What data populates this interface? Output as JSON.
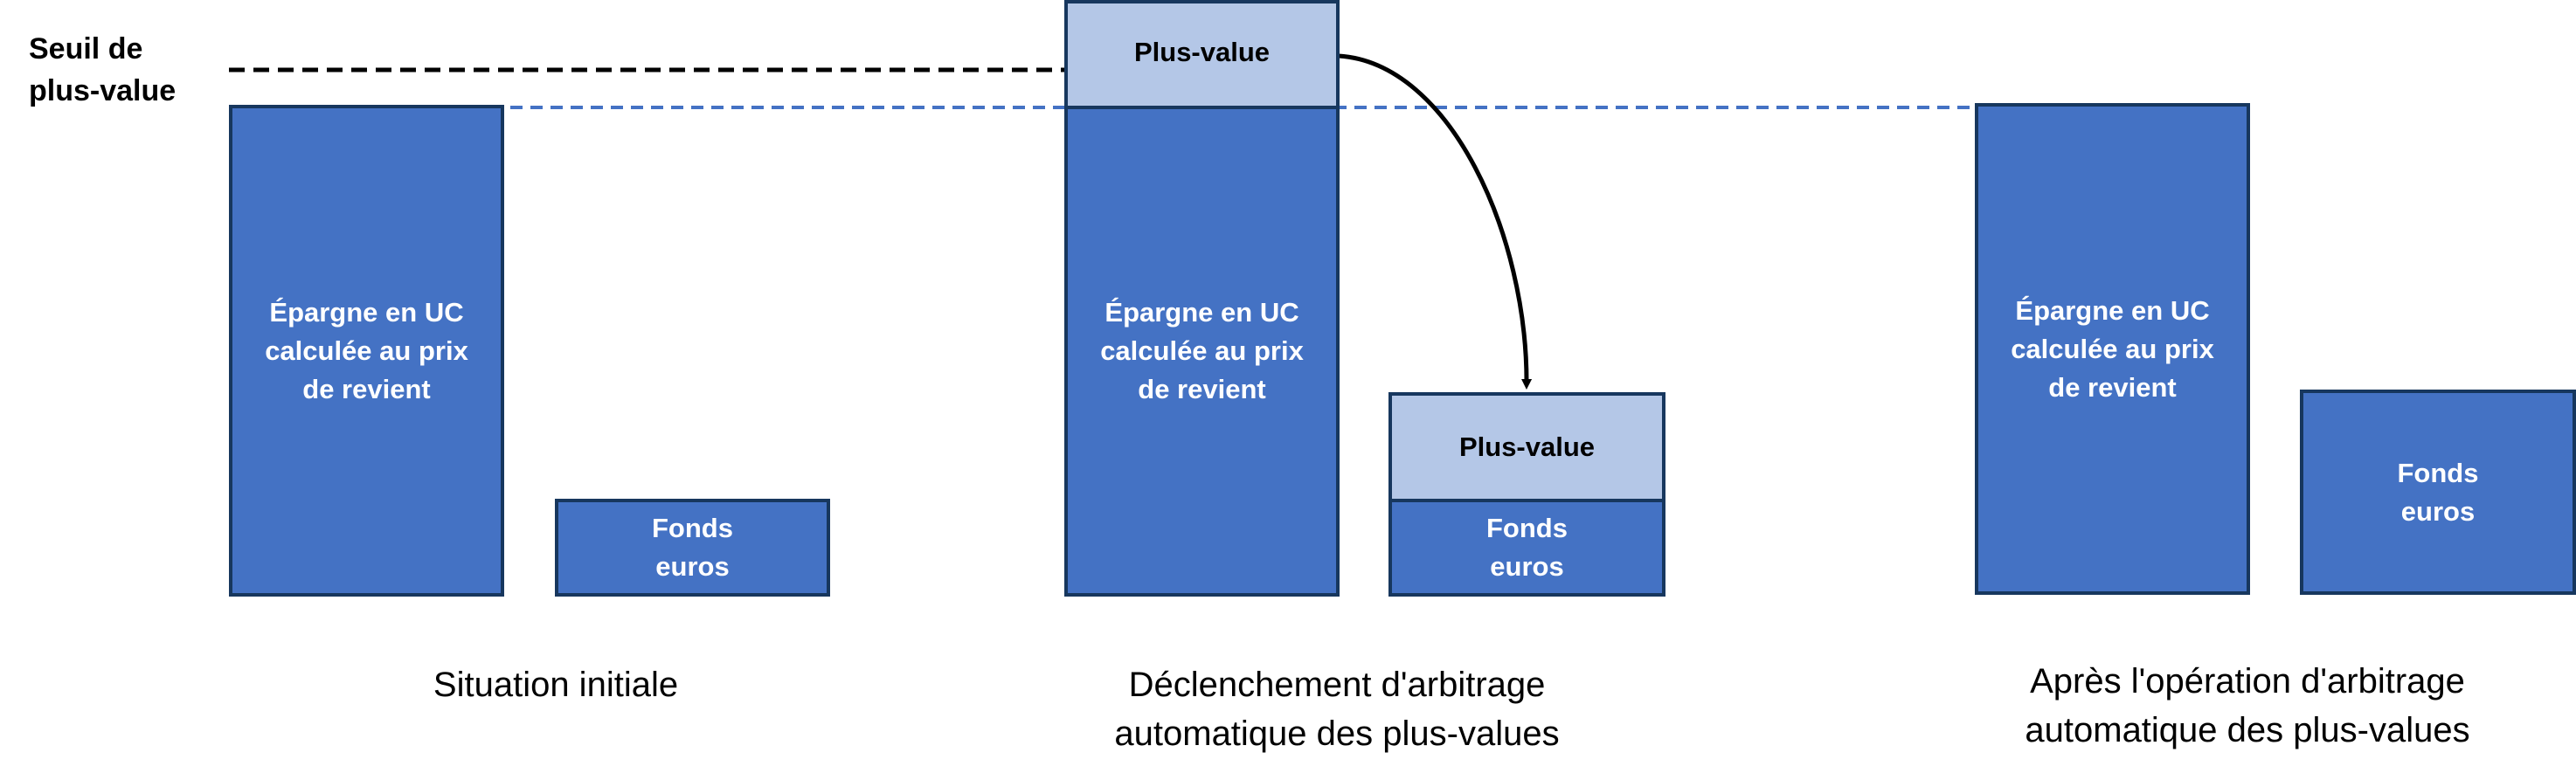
{
  "threshold_label": "Seuil de\nplus-value",
  "scenarios": [
    {
      "uc_label": "Épargne en UC\ncalculée au prix\nde revient",
      "fonds_label": "Fonds\neuros",
      "caption": "Situation initiale"
    },
    {
      "uc_label": "Épargne en UC\ncalculée au prix\nde revient",
      "plus_value_top_label": "Plus-value",
      "plus_value_moved_label": "Plus-value",
      "fonds_label": "Fonds\neuros",
      "caption": "Déclenchement d'arbitrage\nautomatique des plus-values"
    },
    {
      "uc_label": "Épargne en UC\ncalculée au prix\nde revient",
      "fonds_label": "Fonds\neuros",
      "caption": "Après l'opération d'arbitrage\nautomatique des plus-values"
    }
  ],
  "colors": {
    "uc_fill": "#4472C4",
    "plus_value_fill": "#B4C7E7",
    "border": "#17375E",
    "threshold_line": "#000000",
    "baseline_line": "#4472C4"
  }
}
